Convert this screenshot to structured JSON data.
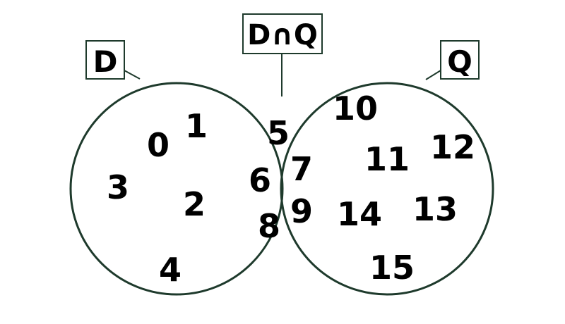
{
  "labels": {
    "left": "D",
    "middle": "D∩Q",
    "right": "Q"
  },
  "set_d_only": [
    "1",
    "0",
    "3",
    "2",
    "4"
  ],
  "intersection": [
    "5",
    "6",
    "7",
    "8",
    "9"
  ],
  "set_q_only": [
    "10",
    "11",
    "12",
    "14",
    "13",
    "15"
  ],
  "colors": {
    "intersection_fill": "#9b12d6",
    "intersection_fill_light": "#c46cf0",
    "circle_stroke": "#1e3a2c",
    "label_stroke": "#1e3a2c"
  }
}
